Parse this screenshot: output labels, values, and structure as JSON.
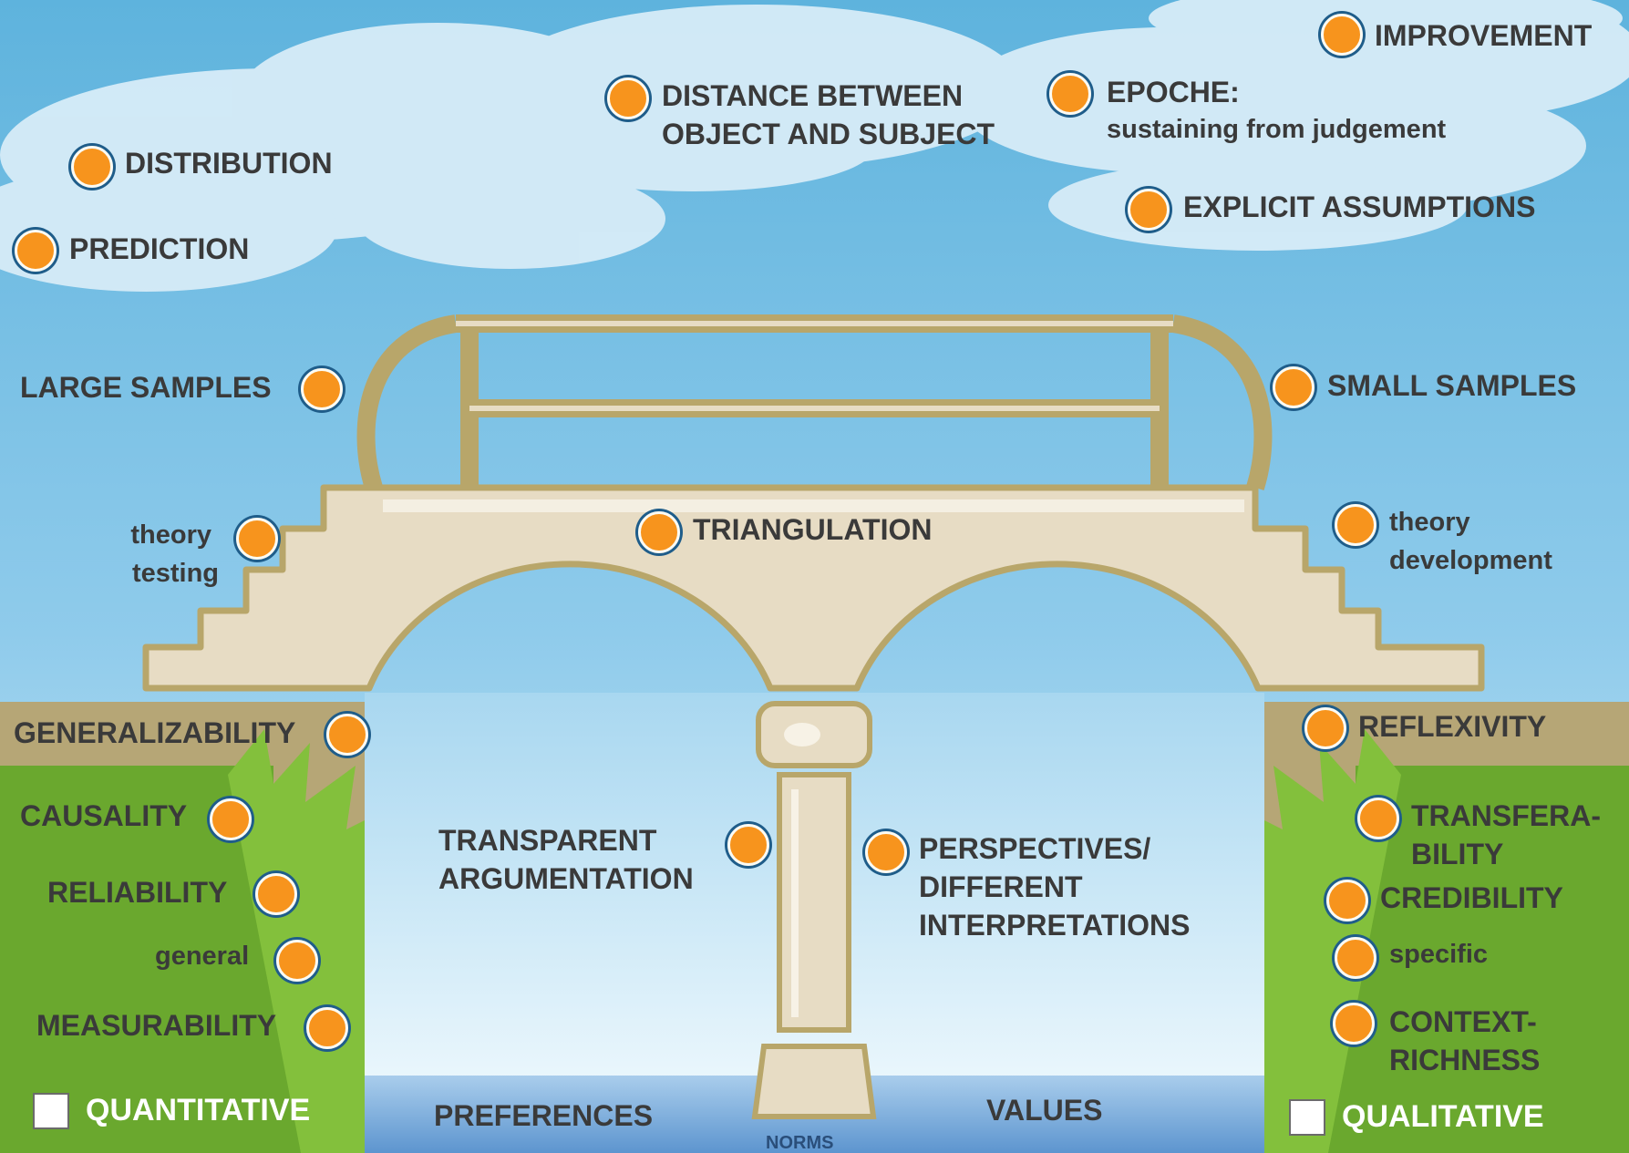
{
  "sky": {
    "improvement": "IMPROVEMENT",
    "distance_l1": "DISTANCE BETWEEN",
    "distance_l2": "OBJECT AND SUBJECT",
    "epoche_l1": "EPOCHE:",
    "epoche_l2": "sustaining from judgement",
    "distribution": "DISTRIBUTION",
    "prediction": "PREDICTION",
    "explicit_assumptions": "EXPLICIT ASSUMPTIONS"
  },
  "bridge": {
    "large_samples": "LARGE SAMPLES",
    "small_samples": "SMALL SAMPLES",
    "theory_testing_l1": "theory",
    "theory_testing_l2": "testing",
    "triangulation": "TRIANGULATION",
    "theory_dev_l1": "theory",
    "theory_dev_l2": "development",
    "transparent_l1": "TRANSPARENT",
    "transparent_l2": "ARGUMENTATION",
    "perspectives_l1": "PERSPECTIVES/",
    "perspectives_l2": "DIFFERENT",
    "perspectives_l3": "INTERPRETATIONS"
  },
  "quantitative": {
    "generalizability": "GENERALIZABILITY",
    "causality": "CAUSALITY",
    "reliability": "RELIABILITY",
    "general": "general",
    "measurability": "MEASURABILITY",
    "legend": "QUANTITATIVE"
  },
  "qualitative": {
    "reflexivity": "REFLEXIVITY",
    "transferability_l1": "TRANSFERA-",
    "transferability_l2": "BILITY",
    "credibility": "CREDIBILITY",
    "specific": "specific",
    "context_l1": "CONTEXT-",
    "context_l2": "RICHNESS",
    "legend": "QUALITATIVE"
  },
  "water": {
    "preferences": "PREFERENCES",
    "values": "VALUES",
    "norms": "NORMS"
  },
  "colors": {
    "sky": "#5eb3dd",
    "bridge": "#e7dcc4",
    "bridge_outline": "#b8a66a",
    "grass": "#6aa82e",
    "water": "#6fa8d8",
    "dot": "#f7941d"
  }
}
